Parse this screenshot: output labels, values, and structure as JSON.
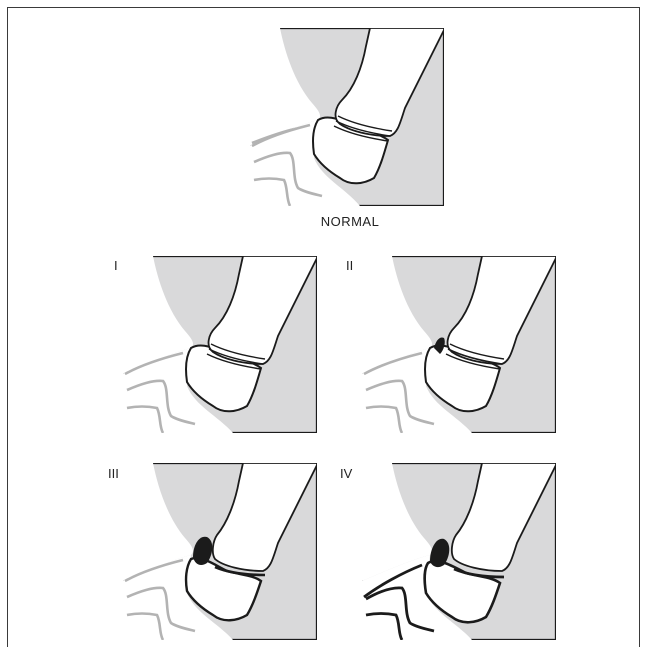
{
  "figure": {
    "normal_label": "NORMAL",
    "stages": [
      {
        "label": "I"
      },
      {
        "label": "II"
      },
      {
        "label": "III"
      },
      {
        "label": "IV"
      }
    ]
  },
  "colors": {
    "soft_tissue": "#d9d9da",
    "bone_fill": "#ffffff",
    "outline": "#1b1b1b",
    "carpal_outline": "#b3b3b3"
  }
}
